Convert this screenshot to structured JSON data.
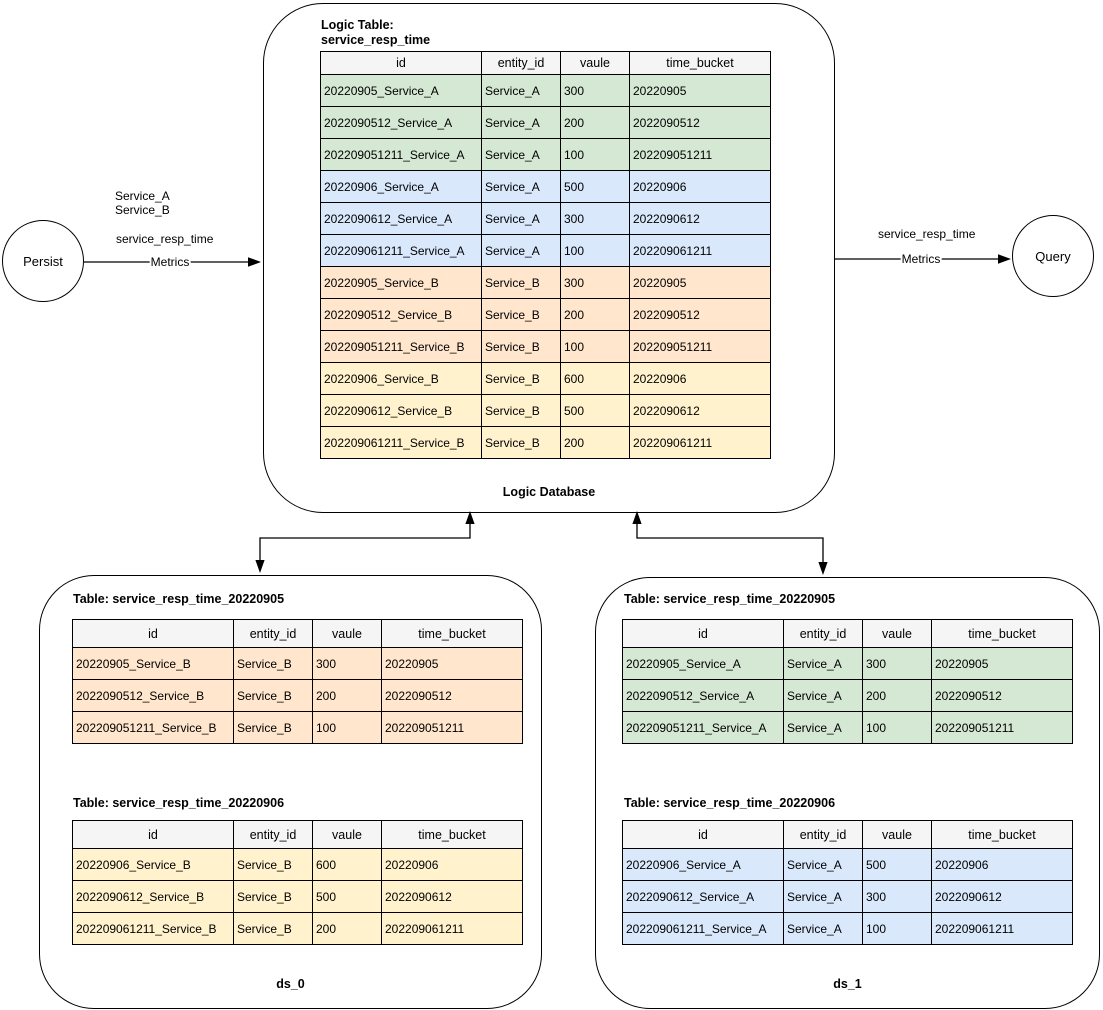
{
  "colors": {
    "row_green": "#d5e8d4",
    "row_blue": "#dae8fc",
    "row_orange": "#ffe6cc",
    "row_yellow": "#fff2cc",
    "header_bg": "#f5f5f5",
    "stroke": "#000000"
  },
  "persist": {
    "label": "Persist"
  },
  "query": {
    "label": "Query"
  },
  "left_edge": {
    "services": [
      "Service_A",
      "Service_B"
    ],
    "table_label": "service_resp_time",
    "edge_label": "Metrics"
  },
  "right_edge": {
    "table_label": "service_resp_time",
    "edge_label": "Metrics"
  },
  "logic_db": {
    "title_line1": "Logic Table:",
    "title_line2": "service_resp_time",
    "caption": "Logic Database",
    "table": {
      "headers": [
        "id",
        "entity_id",
        "vaule",
        "time_bucket"
      ],
      "rows": [
        {
          "color": "green",
          "cells": [
            "20220905_Service_A",
            "Service_A",
            "300",
            "20220905"
          ]
        },
        {
          "color": "green",
          "cells": [
            "2022090512_Service_A",
            "Service_A",
            "200",
            "2022090512"
          ]
        },
        {
          "color": "green",
          "cells": [
            "202209051211_Service_A",
            "Service_A",
            "100",
            "202209051211"
          ]
        },
        {
          "color": "blue",
          "cells": [
            "20220906_Service_A",
            "Service_A",
            "500",
            "20220906"
          ]
        },
        {
          "color": "blue",
          "cells": [
            "2022090612_Service_A",
            "Service_A",
            "300",
            "2022090612"
          ]
        },
        {
          "color": "blue",
          "cells": [
            "202209061211_Service_A",
            "Service_A",
            "100",
            "202209061211"
          ]
        },
        {
          "color": "orange",
          "cells": [
            "20220905_Service_B",
            "Service_B",
            "300",
            "20220905"
          ]
        },
        {
          "color": "orange",
          "cells": [
            "2022090512_Service_B",
            "Service_B",
            "200",
            "2022090512"
          ]
        },
        {
          "color": "orange",
          "cells": [
            "202209051211_Service_B",
            "Service_B",
            "100",
            "202209051211"
          ]
        },
        {
          "color": "yellow",
          "cells": [
            "20220906_Service_B",
            "Service_B",
            "600",
            "20220906"
          ]
        },
        {
          "color": "yellow",
          "cells": [
            "2022090612_Service_B",
            "Service_B",
            "500",
            "2022090612"
          ]
        },
        {
          "color": "yellow",
          "cells": [
            "202209061211_Service_B",
            "Service_B",
            "200",
            "202209061211"
          ]
        }
      ]
    }
  },
  "ds_0": {
    "caption": "ds_0",
    "table_1": {
      "title": "Table: service_resp_time_20220905",
      "headers": [
        "id",
        "entity_id",
        "vaule",
        "time_bucket"
      ],
      "rows": [
        {
          "color": "orange",
          "cells": [
            "20220905_Service_B",
            "Service_B",
            "300",
            "20220905"
          ]
        },
        {
          "color": "orange",
          "cells": [
            "2022090512_Service_B",
            "Service_B",
            "200",
            "2022090512"
          ]
        },
        {
          "color": "orange",
          "cells": [
            "202209051211_Service_B",
            "Service_B",
            "100",
            "202209051211"
          ]
        }
      ]
    },
    "table_2": {
      "title": "Table: service_resp_time_20220906",
      "headers": [
        "id",
        "entity_id",
        "vaule",
        "time_bucket"
      ],
      "rows": [
        {
          "color": "yellow",
          "cells": [
            "20220906_Service_B",
            "Service_B",
            "600",
            "20220906"
          ]
        },
        {
          "color": "yellow",
          "cells": [
            "2022090612_Service_B",
            "Service_B",
            "500",
            "2022090612"
          ]
        },
        {
          "color": "yellow",
          "cells": [
            "202209061211_Service_B",
            "Service_B",
            "200",
            "202209061211"
          ]
        }
      ]
    }
  },
  "ds_1": {
    "caption": "ds_1",
    "table_1": {
      "title": "Table: service_resp_time_20220905",
      "headers": [
        "id",
        "entity_id",
        "vaule",
        "time_bucket"
      ],
      "rows": [
        {
          "color": "green",
          "cells": [
            "20220905_Service_A",
            "Service_A",
            "300",
            "20220905"
          ]
        },
        {
          "color": "green",
          "cells": [
            "2022090512_Service_A",
            "Service_A",
            "200",
            "2022090512"
          ]
        },
        {
          "color": "green",
          "cells": [
            "202209051211_Service_A",
            "Service_A",
            "100",
            "202209051211"
          ]
        }
      ]
    },
    "table_2": {
      "title": "Table: service_resp_time_20220906",
      "headers": [
        "id",
        "entity_id",
        "vaule",
        "time_bucket"
      ],
      "rows": [
        {
          "color": "blue",
          "cells": [
            "20220906_Service_A",
            "Service_A",
            "500",
            "20220906"
          ]
        },
        {
          "color": "blue",
          "cells": [
            "2022090612_Service_A",
            "Service_A",
            "300",
            "2022090612"
          ]
        },
        {
          "color": "blue",
          "cells": [
            "202209061211_Service_A",
            "Service_A",
            "100",
            "202209061211"
          ]
        }
      ]
    }
  }
}
